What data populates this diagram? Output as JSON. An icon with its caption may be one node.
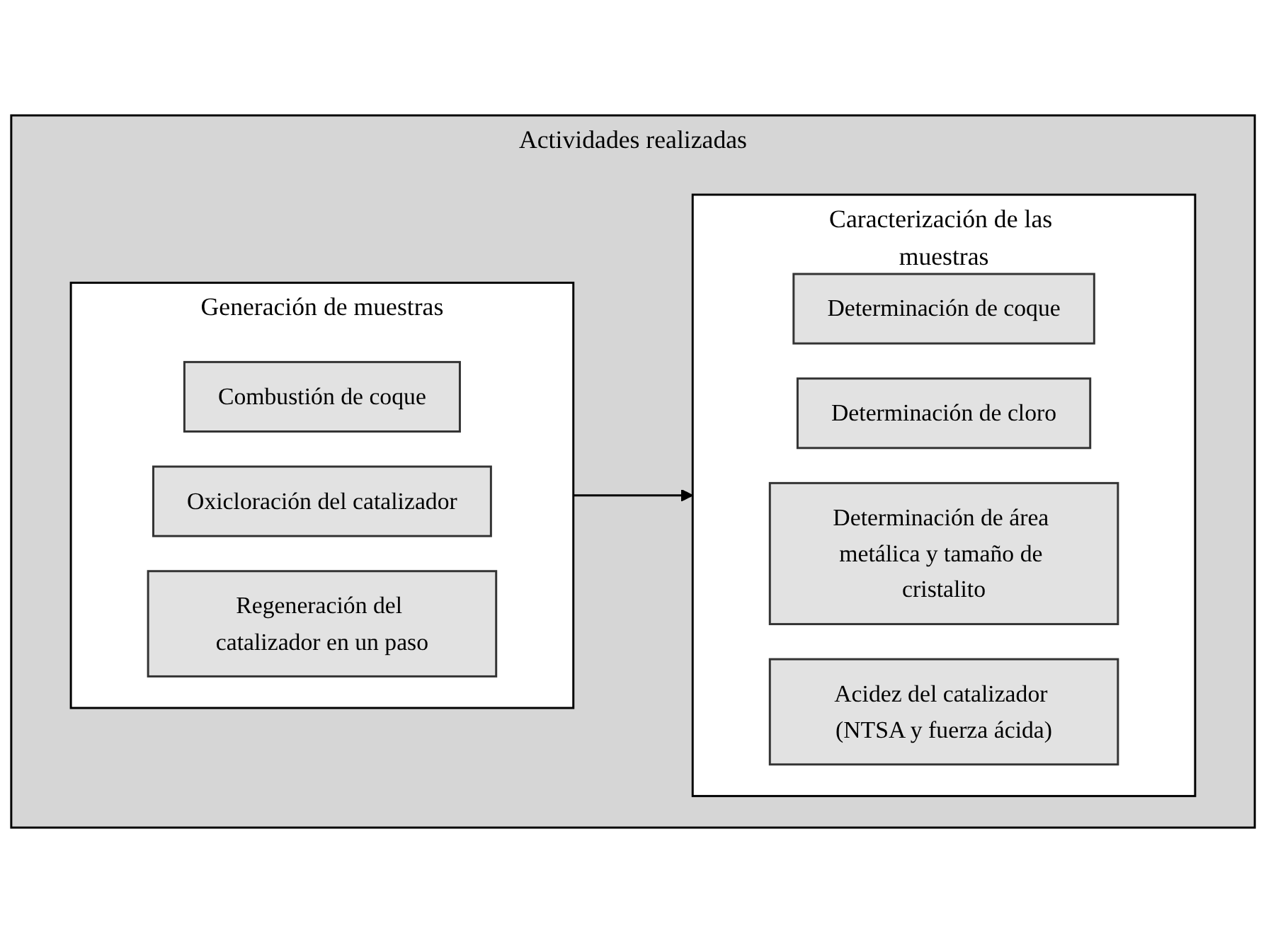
{
  "diagram": {
    "nodes": [
      {
        "text": [
          "Actividades realizadas"
        ]
      },
      {
        "text": [
          "Generación de muestras"
        ],
        "in": 0
      },
      {
        "text": [
          "Combustión de coque"
        ],
        "in": 1
      },
      {
        "text": [
          "Oxicloración del catalizador"
        ],
        "in": 1
      },
      {
        "text": [
          "Regeneración del catalizador en un paso"
        ],
        "in": 1
      },
      {
        "text": [
          "Caracterización de las muestras"
        ],
        "in": 0
      },
      {
        "text": [
          "Determinación de coque"
        ],
        "in": 5
      },
      {
        "text": [
          "Determinación de cloro"
        ],
        "in": 5
      },
      {
        "text": [
          "Determinación de área metálica y tamaño de cristalito"
        ],
        "in": 5
      },
      {
        "text": [
          "Acidez del catalizador (NTSA y fuerza ácida)"
        ],
        "in": 5
      }
    ],
    "edges": [
      {
        "from": 1,
        "to": 5,
        "arrow": "to"
      }
    ]
  }
}
